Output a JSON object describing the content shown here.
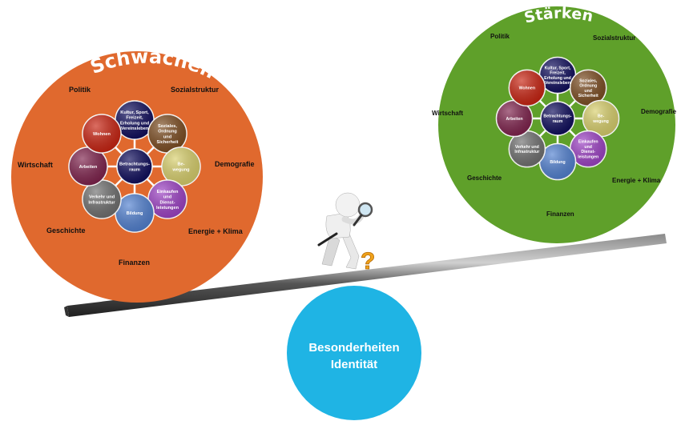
{
  "left_panel": {
    "title": "Schwächen",
    "color": "#e0692e",
    "categories": {
      "politik": "Politik",
      "sozialstruktur": "Sozialstruktur",
      "wirtschaft": "Wirtschaft",
      "demografie": "Demografie",
      "geschichte": "Geschichte",
      "energie": "Energie + Klima",
      "finanzen": "Finanzen"
    }
  },
  "right_panel": {
    "title": "Stärken",
    "color": "#5fa02a",
    "categories": {
      "politik": "Politik",
      "sozialstruktur": "Sozialstruktur",
      "wirtschaft": "Wirtschaft",
      "demografie": "Demografie",
      "geschichte": "Geschichte",
      "energie": "Energie + Klima",
      "finanzen": "Finanzen"
    }
  },
  "hub": {
    "center": [
      "Betrachtungs-",
      "raum"
    ],
    "kultur": [
      "Kultur, Sport,",
      "Freizeit,",
      "Erholung und",
      "Vereinsleben"
    ],
    "soziales": [
      "Soziales,",
      "Ordnung",
      "und",
      "Sicherheit"
    ],
    "bewegung": [
      "Be-",
      "wegung"
    ],
    "einkaufen": [
      "Einkaufen",
      "und",
      "Dienst-",
      "leistungen"
    ],
    "bildung": [
      "Bildung"
    ],
    "verkehr": [
      "Verkehr und",
      "Infrastruktur"
    ],
    "arbeiten": [
      "Arbeiten"
    ],
    "wohnen": [
      "Wohnen"
    ]
  },
  "hub_colors": {
    "center": "#0c0a5a",
    "kultur": "#0c0a5a",
    "soziales": "#7a4a1e",
    "bewegung": "#d8cf6a",
    "einkaufen": "#9c3fc4",
    "bildung": "#4f7fd0",
    "verkehr": "#6e6e6e",
    "arbeiten": "#7d1f4a",
    "wohnen": "#c8200e"
  },
  "fulcrum": {
    "lines": [
      "Besonderheiten",
      "Identität"
    ],
    "color": "#1fb4e4"
  },
  "icons": {
    "thinker": "person-with-magnifier-icon",
    "question": "question-mark-icon"
  }
}
